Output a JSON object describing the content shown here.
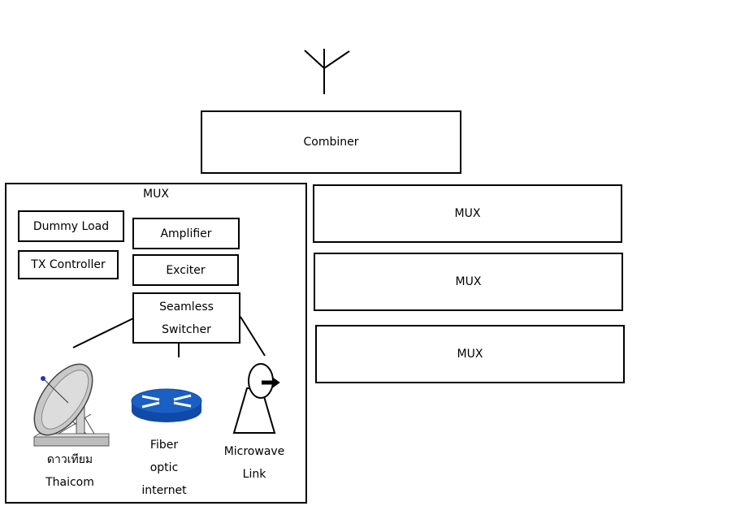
{
  "combiner": {
    "label": "Combiner"
  },
  "main_mux": {
    "title": "MUX",
    "dummy_load": "Dummy Load",
    "tx_controller": "TX Controller",
    "amplifier": "Amplifier",
    "exciter": "Exciter",
    "switcher_line1": "Seamless",
    "switcher_line2": "Switcher",
    "satellite_line1": "ดาวเทียม",
    "satellite_line2": "Thaicom",
    "fiber_line1": "Fiber",
    "fiber_line2": "optic",
    "fiber_line3": "internet",
    "microwave_line1": "Microwave",
    "microwave_line2": "Link"
  },
  "other_muxes": [
    {
      "label": "MUX"
    },
    {
      "label": "MUX"
    },
    {
      "label": "MUX"
    }
  ],
  "icons": {
    "antenna": "antenna-icon",
    "satellite_dish": "satellite-dish-icon",
    "router": "router-icon",
    "microwave": "microwave-link-icon"
  },
  "colors": {
    "router_blue": "#1a5fc4",
    "dish_gray": "#c8c8c8"
  }
}
